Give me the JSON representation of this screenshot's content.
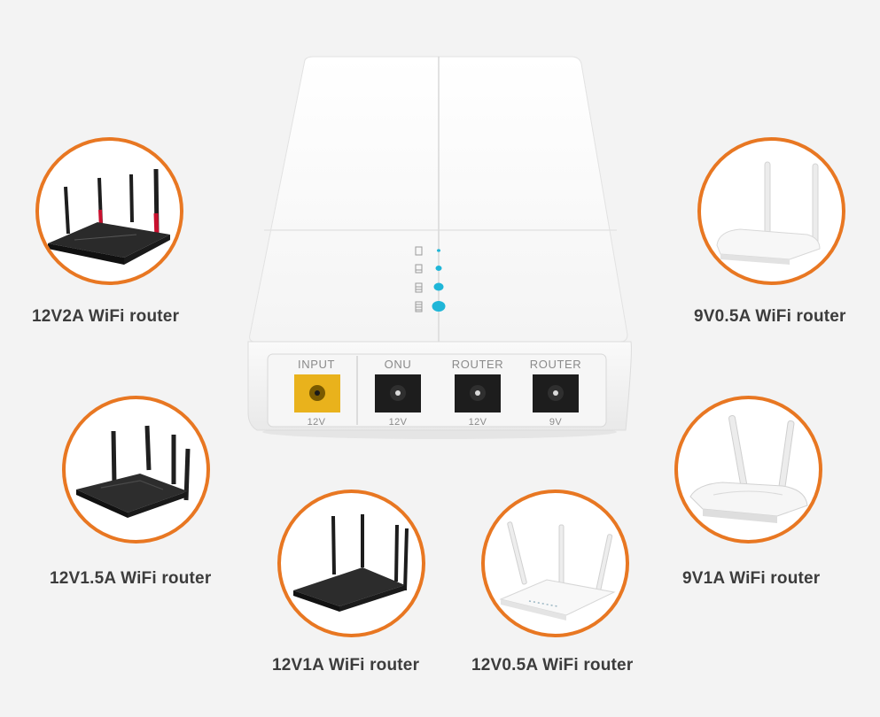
{
  "device": {
    "ports": [
      {
        "name": "INPUT",
        "voltage": "12V",
        "color": "#e9b21c"
      },
      {
        "name": "ONU",
        "voltage": "12V",
        "color": "#1d1d1d"
      },
      {
        "name": "ROUTER",
        "voltage": "12V",
        "color": "#1d1d1d"
      },
      {
        "name": "ROUTER",
        "voltage": "9V",
        "color": "#1d1d1d"
      }
    ],
    "battery_levels": 4,
    "indicator_color": "#1fb6d8"
  },
  "routers": [
    {
      "caption": "12V2A WiFi router",
      "body": "black",
      "icon": "router-icon"
    },
    {
      "caption": "9V0.5A WiFi router",
      "body": "white",
      "icon": "router-icon"
    },
    {
      "caption": "12V1.5A WiFi router",
      "body": "black",
      "icon": "router-icon"
    },
    {
      "caption": "9V1A WiFi router",
      "body": "white",
      "icon": "router-icon"
    },
    {
      "caption": "12V1A WiFi router",
      "body": "black",
      "icon": "router-icon"
    },
    {
      "caption": "12V0.5A WiFi router",
      "body": "white",
      "icon": "router-icon"
    }
  ],
  "colors": {
    "ring": "#e87722",
    "background": "#f3f3f3",
    "caption": "#3c3c3c"
  }
}
